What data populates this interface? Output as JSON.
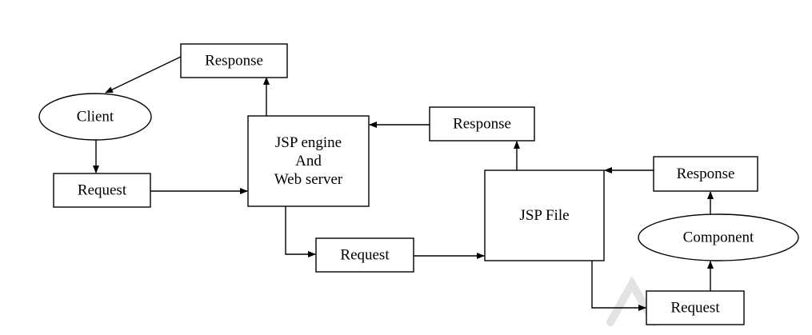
{
  "diagram": {
    "nodes": [
      {
        "id": "response_top",
        "name": "response-box-top",
        "shape": "rect",
        "label": [
          "Response"
        ]
      },
      {
        "id": "client",
        "name": "client-ellipse",
        "shape": "ellipse",
        "label": [
          "Client"
        ]
      },
      {
        "id": "request_left",
        "name": "request-box-left",
        "shape": "rect",
        "label": [
          "Request"
        ]
      },
      {
        "id": "jsp_engine",
        "name": "jsp-engine-box",
        "shape": "rect",
        "label": [
          "JSP engine",
          "And",
          "Web server"
        ]
      },
      {
        "id": "response_mid",
        "name": "response-box-middle",
        "shape": "rect",
        "label": [
          "Response"
        ]
      },
      {
        "id": "request_mid",
        "name": "request-box-middle",
        "shape": "rect",
        "label": [
          "Request"
        ]
      },
      {
        "id": "jsp_file",
        "name": "jsp-file-box",
        "shape": "rect",
        "label": [
          "JSP File"
        ]
      },
      {
        "id": "response_right",
        "name": "response-box-right",
        "shape": "rect",
        "label": [
          "Response"
        ]
      },
      {
        "id": "component",
        "name": "component-ellipse",
        "shape": "ellipse",
        "label": [
          "Component"
        ]
      },
      {
        "id": "request_right",
        "name": "request-box-right",
        "shape": "rect",
        "label": [
          "Request"
        ]
      }
    ],
    "edges": [
      {
        "id": "e1",
        "name": "arrow-response-to-client",
        "from": "response_top",
        "to": "client"
      },
      {
        "id": "e2",
        "name": "arrow-client-to-request",
        "from": "client",
        "to": "request_left"
      },
      {
        "id": "e3",
        "name": "arrow-request-to-jsp-engine",
        "from": "request_left",
        "to": "jsp_engine"
      },
      {
        "id": "e4",
        "name": "arrow-jsp-engine-to-response",
        "from": "jsp_engine",
        "to": "response_top"
      },
      {
        "id": "e5",
        "name": "arrow-jsp-engine-to-request",
        "from": "jsp_engine",
        "to": "request_mid"
      },
      {
        "id": "e6",
        "name": "arrow-request-to-jsp-file",
        "from": "request_mid",
        "to": "jsp_file"
      },
      {
        "id": "e7",
        "name": "arrow-jsp-file-to-response",
        "from": "jsp_file",
        "to": "response_mid"
      },
      {
        "id": "e8",
        "name": "arrow-response-to-jsp-engine",
        "from": "response_mid",
        "to": "jsp_engine"
      },
      {
        "id": "e9",
        "name": "arrow-jsp-file-to-request",
        "from": "jsp_file",
        "to": "request_right"
      },
      {
        "id": "e10",
        "name": "arrow-request-to-component",
        "from": "request_right",
        "to": "component"
      },
      {
        "id": "e11",
        "name": "arrow-component-to-response",
        "from": "component",
        "to": "response_right"
      },
      {
        "id": "e12",
        "name": "arrow-response-to-jsp-file",
        "from": "response_right",
        "to": "jsp_file"
      }
    ]
  },
  "colors": {
    "stroke": "#000000",
    "fill": "#ffffff",
    "watermark": "#e3e3e3"
  }
}
